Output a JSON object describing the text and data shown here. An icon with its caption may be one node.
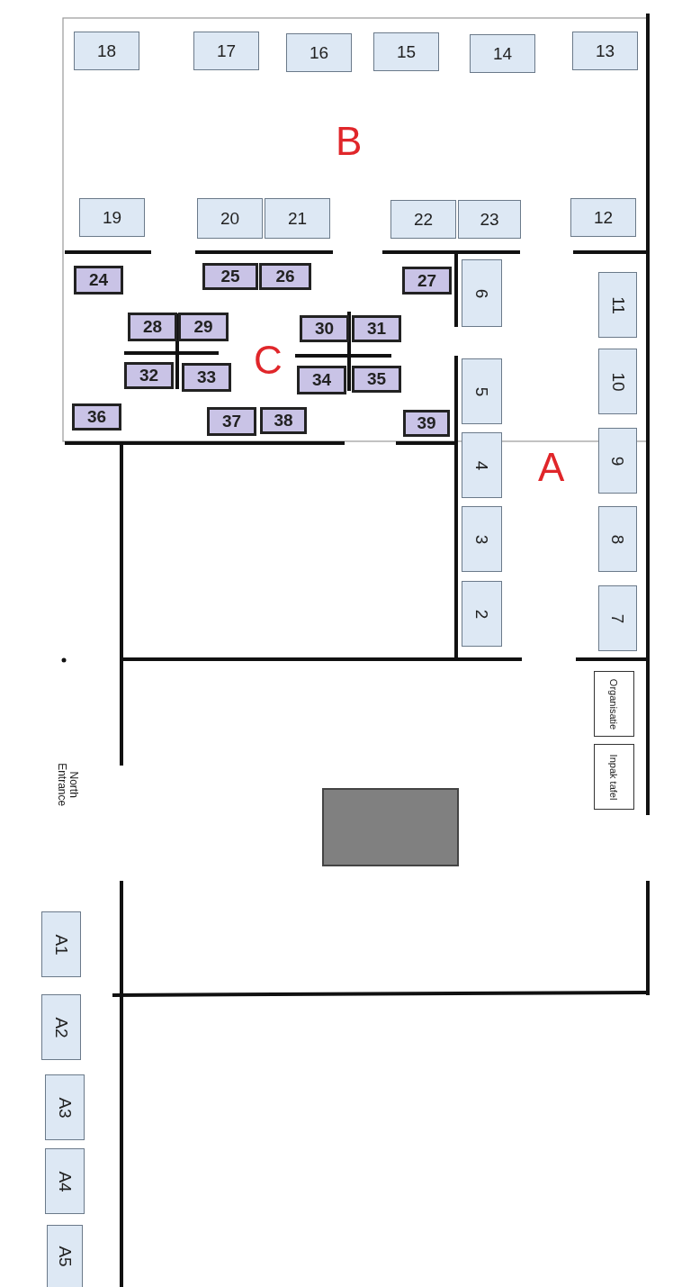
{
  "diagram": {
    "nodes": [
      {
        "text": [
          "18"
        ]
      },
      {
        "text": [
          "17"
        ]
      },
      {
        "text": [
          "16"
        ]
      },
      {
        "text": [
          "15"
        ]
      },
      {
        "text": [
          "14"
        ]
      },
      {
        "text": [
          "13"
        ]
      },
      {
        "text": [
          "19"
        ]
      },
      {
        "text": [
          "20"
        ]
      },
      {
        "text": [
          "21"
        ]
      },
      {
        "text": [
          "22"
        ]
      },
      {
        "text": [
          "23"
        ]
      },
      {
        "text": [
          "12"
        ]
      },
      {
        "text": [
          "24"
        ]
      },
      {
        "text": [
          "25"
        ]
      },
      {
        "text": [
          "26"
        ]
      },
      {
        "text": [
          "27"
        ]
      },
      {
        "text": [
          "6"
        ]
      },
      {
        "text": [
          "11"
        ]
      },
      {
        "text": [
          "28"
        ]
      },
      {
        "text": [
          "29"
        ]
      },
      {
        "text": [
          "30"
        ]
      },
      {
        "text": [
          "31"
        ]
      },
      {
        "text": [
          "32"
        ]
      },
      {
        "text": [
          "33"
        ]
      },
      {
        "text": [
          "34"
        ]
      },
      {
        "text": [
          "35"
        ]
      },
      {
        "text": [
          "5"
        ]
      },
      {
        "text": [
          "10"
        ]
      },
      {
        "text": [
          "36"
        ]
      },
      {
        "text": [
          "37"
        ]
      },
      {
        "text": [
          "38"
        ]
      },
      {
        "text": [
          "39"
        ]
      },
      {
        "text": [
          "4"
        ]
      },
      {
        "text": [
          "9"
        ]
      },
      {
        "text": [
          "3"
        ]
      },
      {
        "text": [
          "8"
        ]
      },
      {
        "text": [
          "2"
        ]
      },
      {
        "text": [
          "7"
        ]
      },
      {
        "text": [
          "Organisatie"
        ]
      },
      {
        "text": [
          "Inpak tafel"
        ]
      },
      {
        "text": [
          "A1"
        ]
      },
      {
        "text": [
          "A2"
        ]
      },
      {
        "text": [
          "A3"
        ]
      },
      {
        "text": [
          "A4"
        ]
      },
      {
        "text": [
          "A5"
        ]
      },
      {
        "text": [],
        "shape": "box"
      }
    ],
    "labels": [
      "B",
      "C",
      "A",
      "North Entrance"
    ]
  }
}
